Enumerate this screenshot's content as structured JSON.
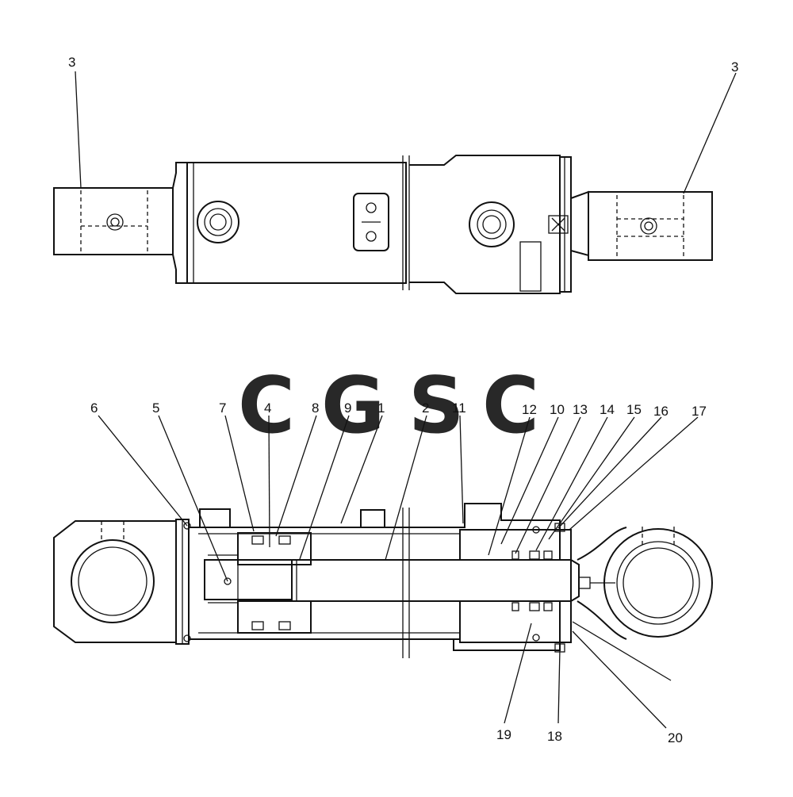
{
  "callouts": {
    "top_left": "3",
    "top_right": "3",
    "c6": "6",
    "c5": "5",
    "c7": "7",
    "c4": "4",
    "c8": "8",
    "c9": "9",
    "c1": "1",
    "c2": "2",
    "c11": "11",
    "c12": "12",
    "c10": "10",
    "c13": "13",
    "c14": "14",
    "c15": "15",
    "c16": "16",
    "c17": "17",
    "c19": "19",
    "c18": "18",
    "c20": "20"
  },
  "watermark": {
    "letters": [
      "C",
      "G",
      "S",
      "C"
    ],
    "colors": [
      "#7fa7f4",
      "#f09a8e",
      "#f7dc7c",
      "#7fc4a0"
    ]
  }
}
